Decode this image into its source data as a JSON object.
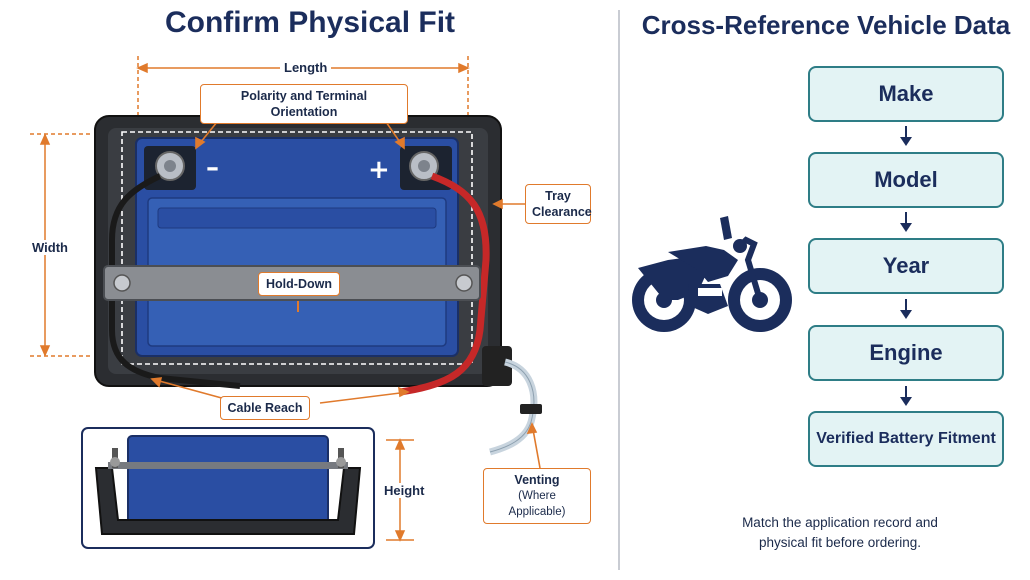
{
  "left_panel": {
    "title": "Confirm Physical Fit",
    "labels": {
      "length": "Length",
      "width": "Width",
      "height": "Height",
      "polarity": "Polarity and Terminal Orientation",
      "tray": [
        "Tray",
        "Clearance"
      ],
      "hold_down": "Hold-Down",
      "cable_reach": "Cable Reach",
      "venting": [
        "Venting",
        "(Where Applicable)"
      ],
      "minus": "–",
      "plus": "+"
    }
  },
  "right_panel": {
    "title": "Cross-Reference Vehicle Data",
    "steps": [
      "Make",
      "Model",
      "Year",
      "Engine",
      "Verified Battery Fitment"
    ],
    "note": [
      "Match the application record and",
      "physical fit before ordering."
    ]
  },
  "colors": {
    "title": "#1b2d5c",
    "callout_border": "#e07a2c",
    "battery_blue": "#2a4ea3",
    "flow_fill": "#e3f3f4",
    "flow_border": "#2e7d86",
    "cable_red": "#c62828"
  }
}
